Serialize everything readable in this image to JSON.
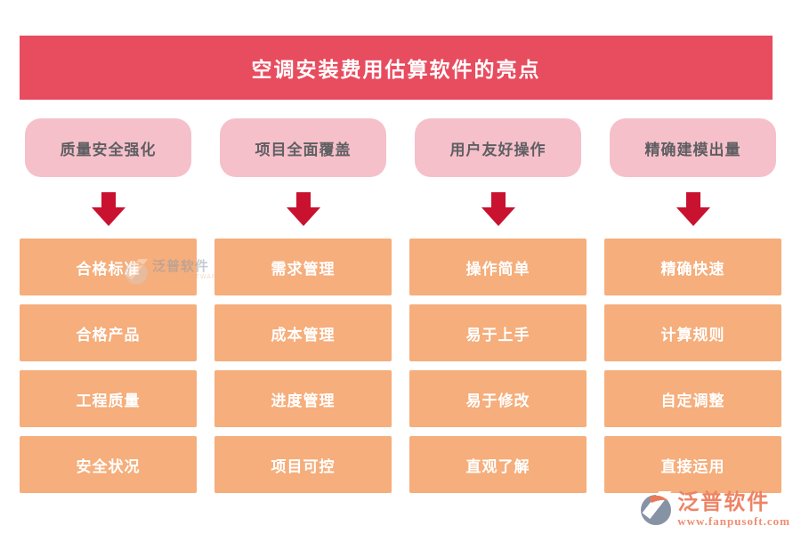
{
  "title": "空调安装费用估算软件的亮点",
  "columns": [
    {
      "header": "质量安全强化",
      "items": [
        "合格标准",
        "合格产品",
        "工程质量",
        "安全状况"
      ]
    },
    {
      "header": "项目全面覆盖",
      "items": [
        "需求管理",
        "成本管理",
        "进度管理",
        "项目可控"
      ]
    },
    {
      "header": "用户友好操作",
      "items": [
        "操作简单",
        "易于上手",
        "易于修改",
        "直观了解"
      ]
    },
    {
      "header": "精确建模出量",
      "items": [
        "精确快速",
        "计算规则",
        "自定调整",
        "直接运用"
      ]
    }
  ],
  "watermark": {
    "name": "泛普软件",
    "subtitle": "FANPU SOFTWARE"
  },
  "logo": {
    "name": "泛普软件",
    "url": "www.fanpusoft.com"
  },
  "colors": {
    "banner_bg": "#e84c5f",
    "banner_text": "#ffffff",
    "header_bg": "#f5c0ca",
    "header_text": "#5f5f63",
    "arrow": "#c9122f",
    "box_bg": "#f5ae7c",
    "box_text": "#ffffff",
    "logo_text": "#ed8465"
  }
}
